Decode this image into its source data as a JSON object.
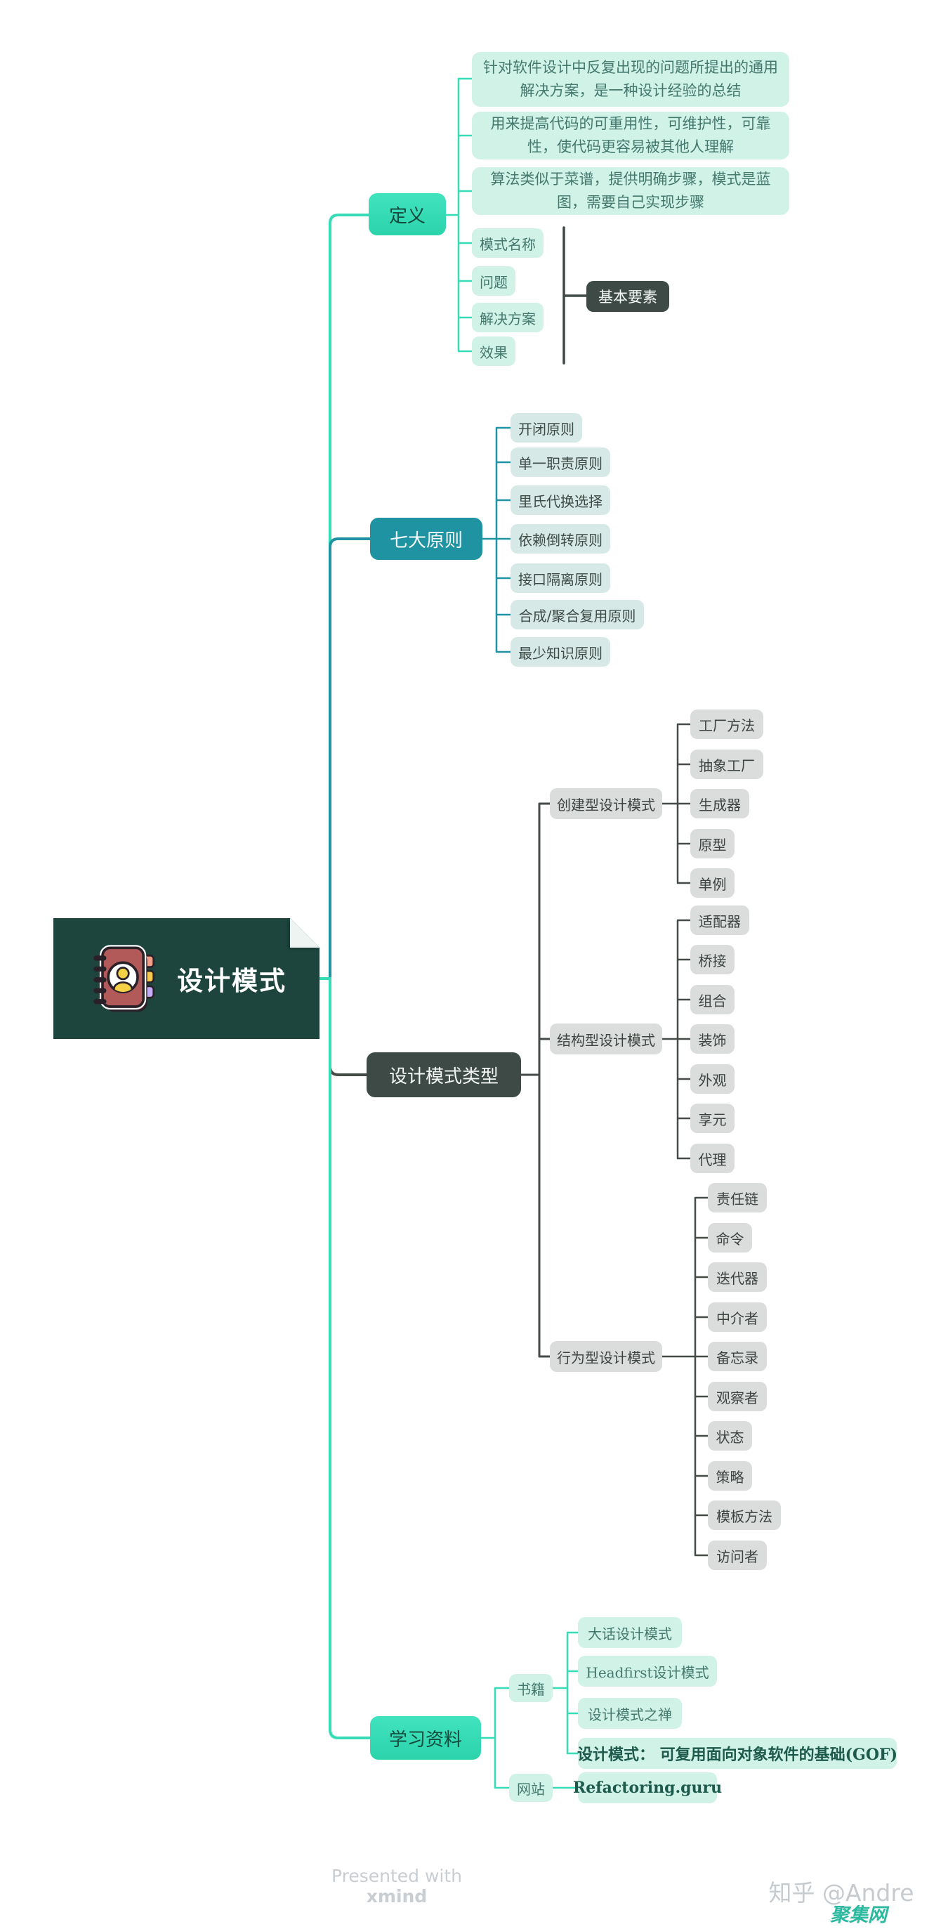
{
  "root_label": "设计模式",
  "definition": {
    "label": "定义",
    "notes": [
      "针对软件设计中反复出现的问题所提出的通用解决方案，是一种设计经验的总结",
      "用来提高代码的可重用性，可维护性，可靠性，使代码更容易被其他人理解",
      "算法类似于菜谱，提供明确步骤，模式是蓝图，需要自己实现步骤"
    ],
    "elements": [
      "模式名称",
      "问题",
      "解决方案",
      "效果"
    ],
    "summary_label": "基本要素"
  },
  "principles": {
    "label": "七大原则",
    "items": [
      "开闭原则",
      "单一职责原则",
      "里氏代换选择",
      "依赖倒转原则",
      "接口隔离原则",
      "合成/聚合复用原则",
      "最少知识原则"
    ]
  },
  "types": {
    "label": "设计模式类型",
    "creational": {
      "label": "创建型设计模式",
      "items": [
        "工厂方法",
        "抽象工厂",
        "生成器",
        "原型",
        "单例"
      ]
    },
    "structural": {
      "label": "结构型设计模式",
      "items": [
        "适配器",
        "桥接",
        "组合",
        "装饰",
        "外观",
        "享元",
        "代理"
      ]
    },
    "behavioral": {
      "label": "行为型设计模式",
      "items": [
        "责任链",
        "命令",
        "迭代器",
        "中介者",
        "备忘录",
        "观察者",
        "状态",
        "策略",
        "模板方法",
        "访问者"
      ]
    }
  },
  "resources": {
    "label": "学习资料",
    "books": {
      "label": "书籍",
      "items": [
        "大话设计模式",
        "Headfirst设计模式",
        "设计模式之禅",
        "设计模式： 可复用面向对象软件的基础(GOF)"
      ]
    },
    "websites": {
      "label": "网站",
      "items": [
        "Refactoring.guru"
      ]
    }
  },
  "footer": {
    "presented_prefix": "Presented with ",
    "presented_brand": "xmind",
    "credit": "知乎 @Andre",
    "watermark": "聚集网"
  },
  "colors": {
    "mint": "#35dcb6",
    "teal": "#2093a2",
    "dark": "#454b47",
    "root_bg": "#1d453e",
    "mint_child_bg": "#d0f2e7",
    "tealgray_child_bg": "#d7e9e6",
    "gray_child_bg": "#dbdddc",
    "book_icon_red": "#b2595a",
    "watermark_color": "#2cb9a0"
  }
}
